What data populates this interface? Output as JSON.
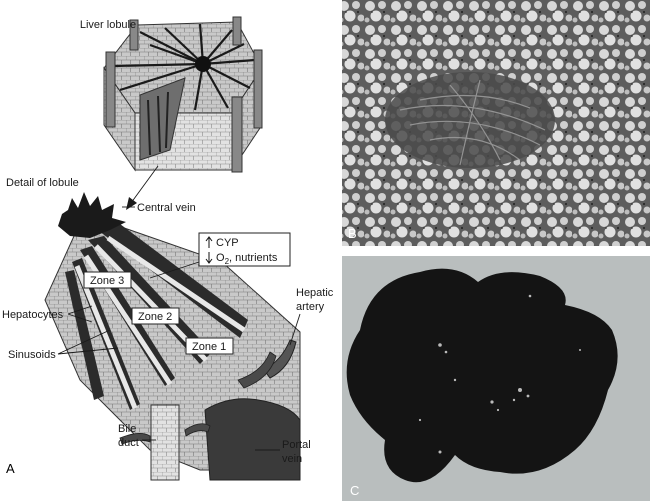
{
  "panel_a": {
    "letter": "A",
    "liver_lobule_label": "Liver lobule",
    "detail_label": "Detail of lobule",
    "central_vein_label": "Central vein",
    "legend_line1": "CYP",
    "legend_line2_prefix": "O",
    "legend_line2_sub": "2",
    "legend_line2_suffix": ", nutrients",
    "zone3": "Zone 3",
    "zone2": "Zone 2",
    "zone1": "Zone 1",
    "hepatocytes_label": "Hepatocytes",
    "sinusoids_label": "Sinusoids",
    "hepatic_artery_line1": "Hepatic",
    "hepatic_artery_line2": "artery",
    "bile_duct_line1": "Bile",
    "bile_duct_line2": "duct",
    "portal_vein_line1": "Portal",
    "portal_vein_line2": "vein"
  },
  "panel_b": {
    "letter": "B"
  },
  "panel_c": {
    "letter": "C"
  }
}
